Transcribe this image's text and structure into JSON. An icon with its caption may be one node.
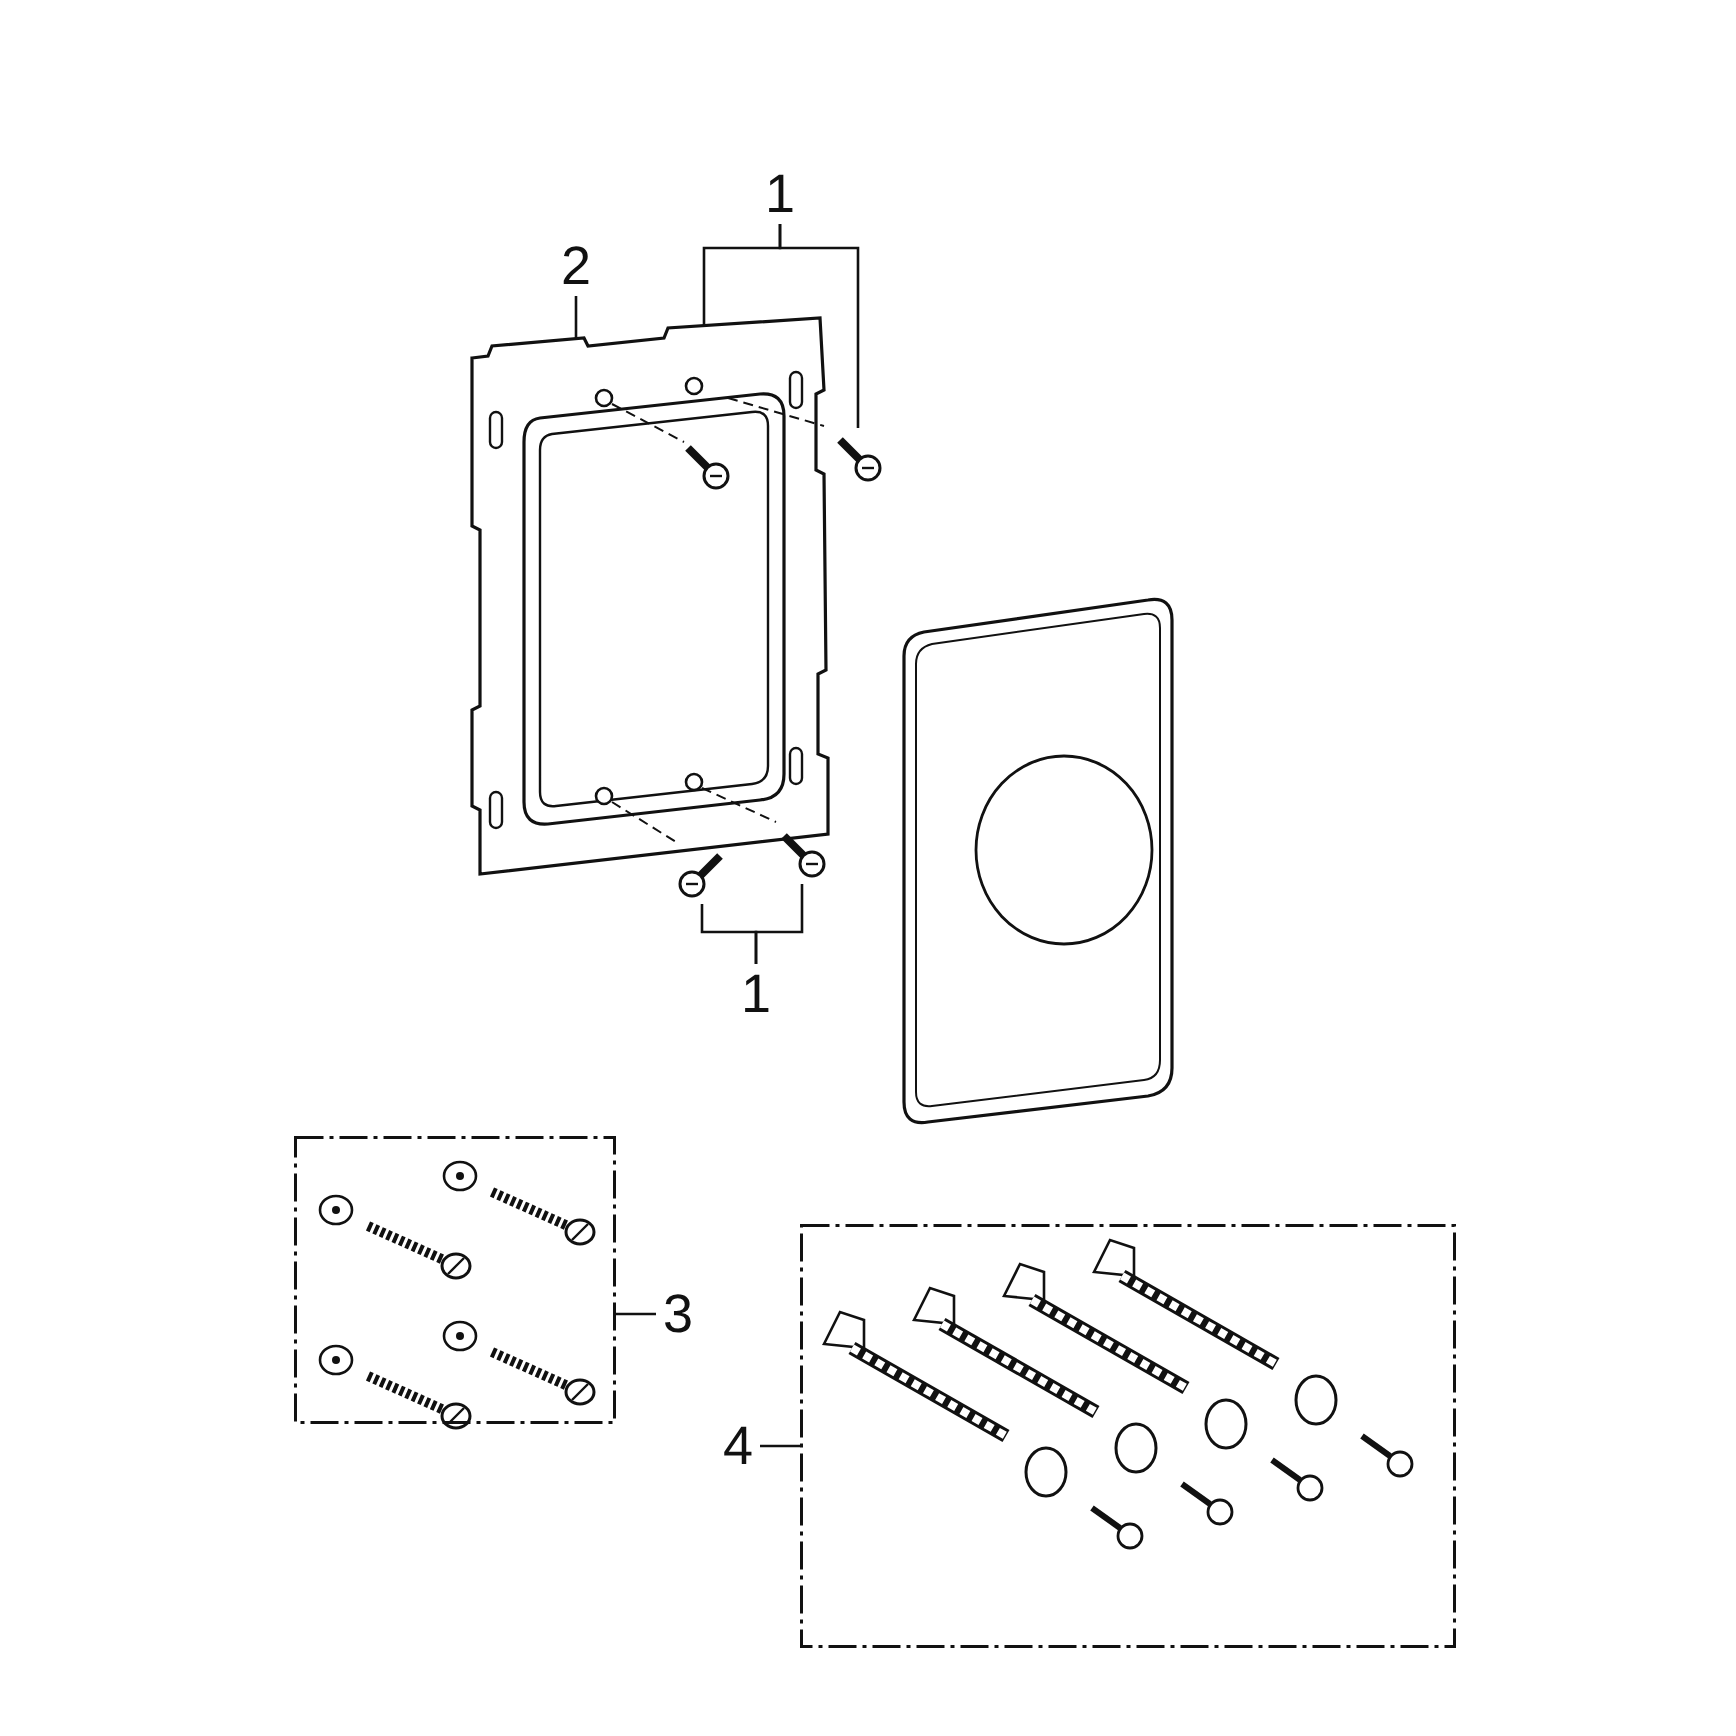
{
  "diagram": {
    "nodes": [
      {
        "text": [
          "1"
        ]
      },
      {
        "text": [],
        "shape": "picture",
        "in": 4
      },
      {
        "text": [],
        "shape": "picture"
      },
      {
        "text": [
          "2"
        ]
      },
      {
        "text": [],
        "shape": "picture"
      },
      {
        "text": [
          "1"
        ]
      },
      {
        "text": [],
        "shape": "picture"
      },
      {
        "text": [],
        "shape": "picture"
      },
      {
        "text": [],
        "shape": "box"
      },
      {
        "text": [
          "3"
        ]
      },
      {
        "text": [
          "4"
        ]
      },
      {
        "text": [],
        "shape": "box"
      }
    ],
    "edges": [
      {
        "from": 0,
        "to": 1,
        "arrow": "none"
      },
      {
        "from": 0,
        "to": 2,
        "arrow": "none"
      },
      {
        "from": 3,
        "to": 4,
        "arrow": "none"
      },
      {
        "from": 5,
        "to": 6,
        "arrow": "none"
      },
      {
        "from": 5,
        "to": 7,
        "arrow": "none"
      },
      {
        "from": 9,
        "to": 8,
        "arrow": "none"
      },
      {
        "from": 10,
        "to": 11,
        "arrow": "none"
      }
    ]
  }
}
